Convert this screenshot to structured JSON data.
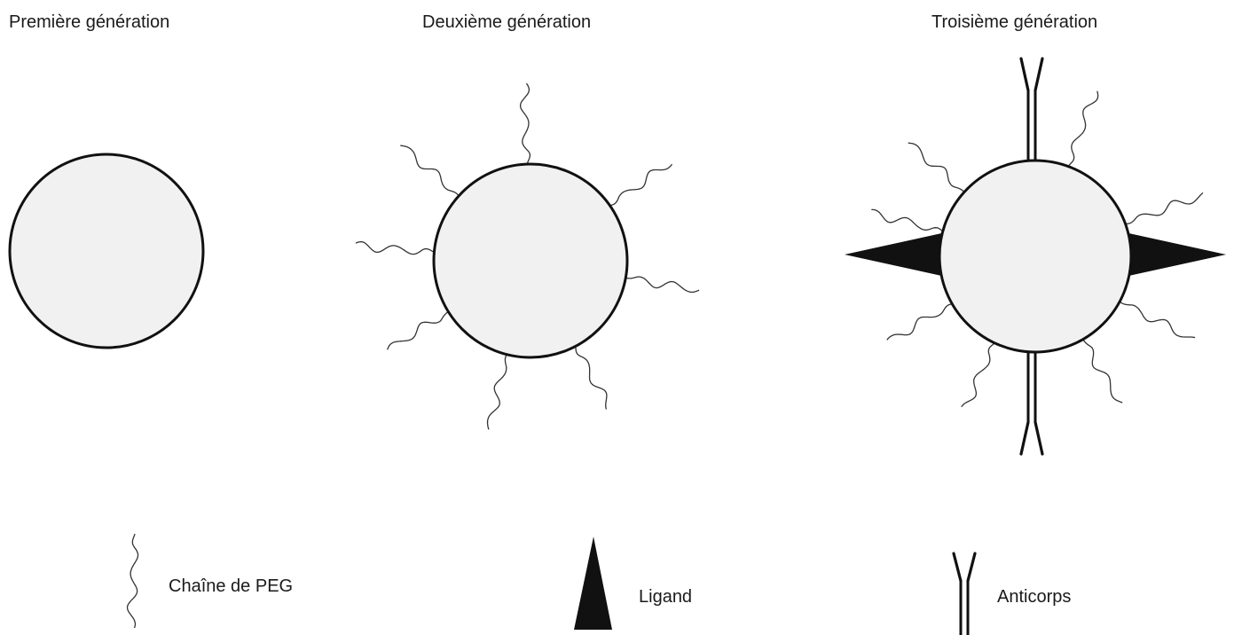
{
  "generations": [
    {
      "title": "Première génération"
    },
    {
      "title": "Deuxième génération"
    },
    {
      "title": "Troisième génération"
    }
  ],
  "legend": {
    "peg_chain": "Chaîne de PEG",
    "ligand": "Ligand",
    "antibody": "Anticorps"
  },
  "colors": {
    "particle_fill": "#f1f1f1",
    "stroke": "#111111"
  }
}
